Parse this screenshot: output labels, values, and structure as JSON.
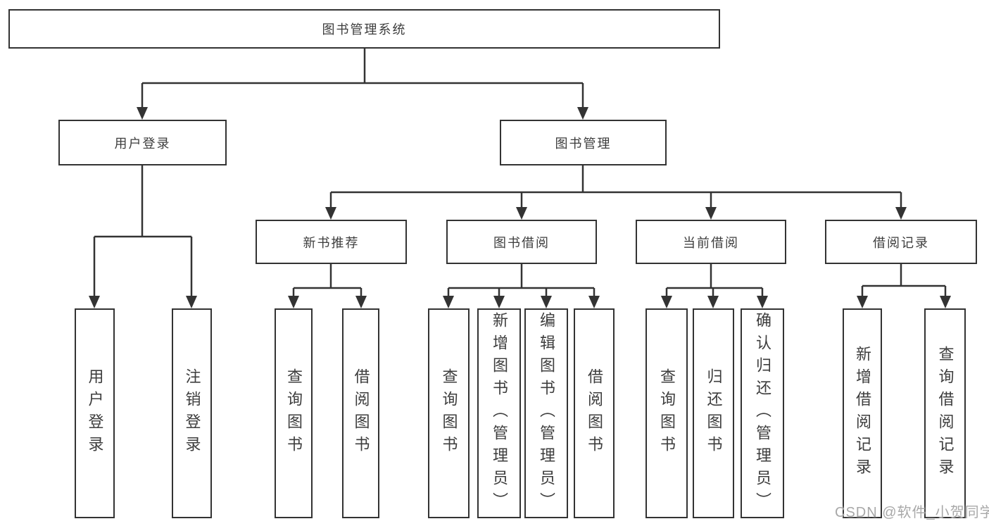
{
  "tree": {
    "root": "图书管理系统",
    "branches": [
      {
        "label": "用户登录",
        "children": [
          "用户登录",
          "注销登录"
        ]
      },
      {
        "label": "图书管理",
        "children": [
          {
            "label": "新书推荐",
            "children": [
              "查询图书",
              "借阅图书"
            ]
          },
          {
            "label": "图书借阅",
            "children": [
              "查询图书",
              "新增图书（管理员）",
              "编辑图书（管理员）",
              "借阅图书"
            ]
          },
          {
            "label": "当前借阅",
            "children": [
              "查询图书",
              "归还图书",
              "确认归还（管理员）"
            ]
          },
          {
            "label": "借阅记录",
            "children": [
              "新增借阅记录",
              "查询借阅记录"
            ]
          }
        ]
      }
    ]
  },
  "watermark": "CSDN @软件_小贺同学",
  "colors": {
    "line": "#333333",
    "text": "#3d3d3d",
    "background": "#ffffff",
    "watermark": "#a8a8a8"
  }
}
